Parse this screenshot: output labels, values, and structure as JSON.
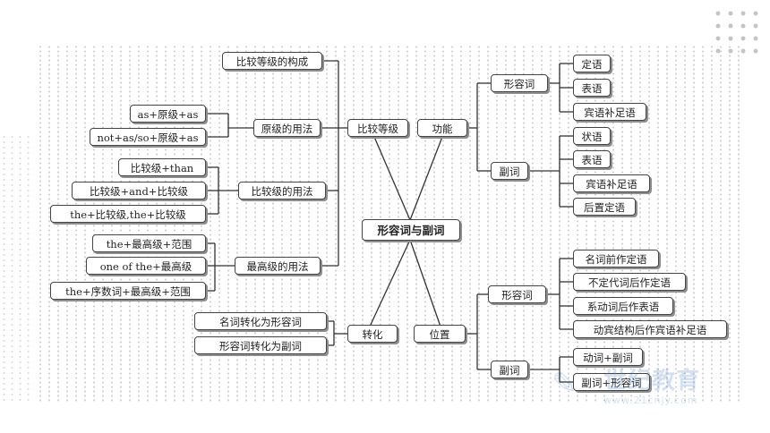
{
  "center": "形容词与副词",
  "branches": {
    "comparison": "比较等级",
    "function": "功能",
    "conversion": "转化",
    "position": "位置"
  },
  "comparison": {
    "structure": "比较等级的构成",
    "positive_usage": {
      "label": "原级的用法",
      "items": [
        "as+原级+as",
        "not+as/so+原级+as"
      ]
    },
    "comparative_usage": {
      "label": "比较级的用法",
      "items": [
        "比较级+than",
        "比较级+and+比较级",
        "the+比较级,the+比较级"
      ]
    },
    "superlative_usage": {
      "label": "最高级的用法",
      "items": [
        "the+最高级+范围",
        "one of the+最高级",
        "the+序数词+最高级+范围"
      ]
    }
  },
  "function": {
    "adjective": {
      "label": "形容词",
      "items": [
        "定语",
        "表语",
        "宾语补足语"
      ]
    },
    "adverb": {
      "label": "副词",
      "items": [
        "状语",
        "表语",
        "宾语补足语",
        "后置定语"
      ]
    }
  },
  "conversion": {
    "items": [
      "名词转化为形容词",
      "形容词转化为副词"
    ]
  },
  "position": {
    "adjective": {
      "label": "形容词",
      "items": [
        "名词前作定语",
        "不定代词后作定语",
        "系动词后作表语",
        "动宾结构后作宾语补足语"
      ]
    },
    "adverb": {
      "label": "副词",
      "items": [
        "动词+副词",
        "副词+形容词"
      ]
    }
  },
  "watermark": {
    "logo": "✎",
    "text": "世纪教育",
    "url": "www.21cnjy.com"
  }
}
